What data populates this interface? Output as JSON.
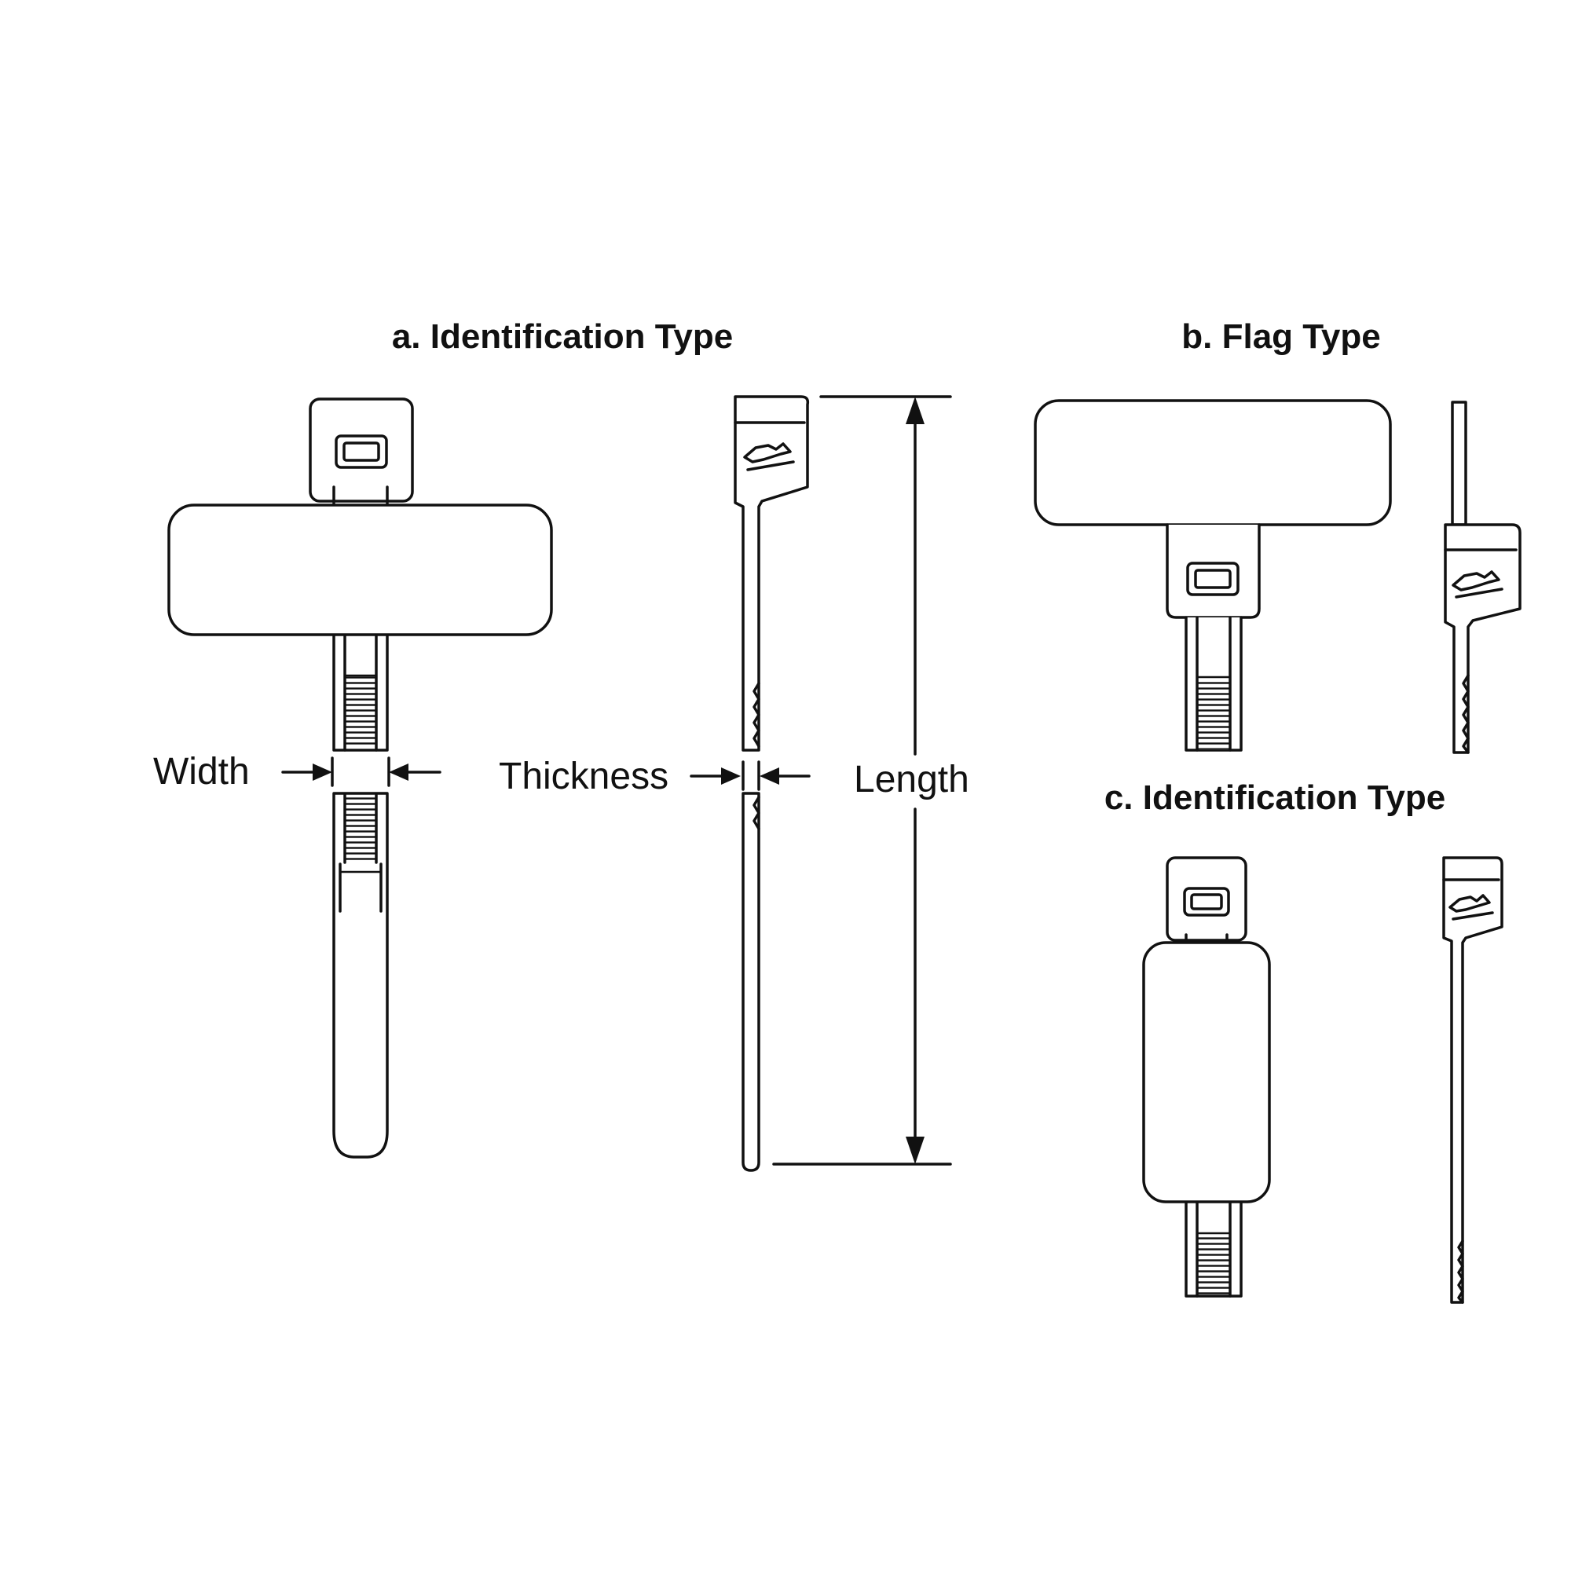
{
  "diagram": {
    "title_a": "a. Identification Type",
    "title_b": "b. Flag Type",
    "title_c": "c. Identification Type",
    "label_width": "Width",
    "label_thickness": "Thickness",
    "label_length": "Length"
  },
  "colors": {
    "line": "#111111",
    "background": "#ffffff"
  }
}
